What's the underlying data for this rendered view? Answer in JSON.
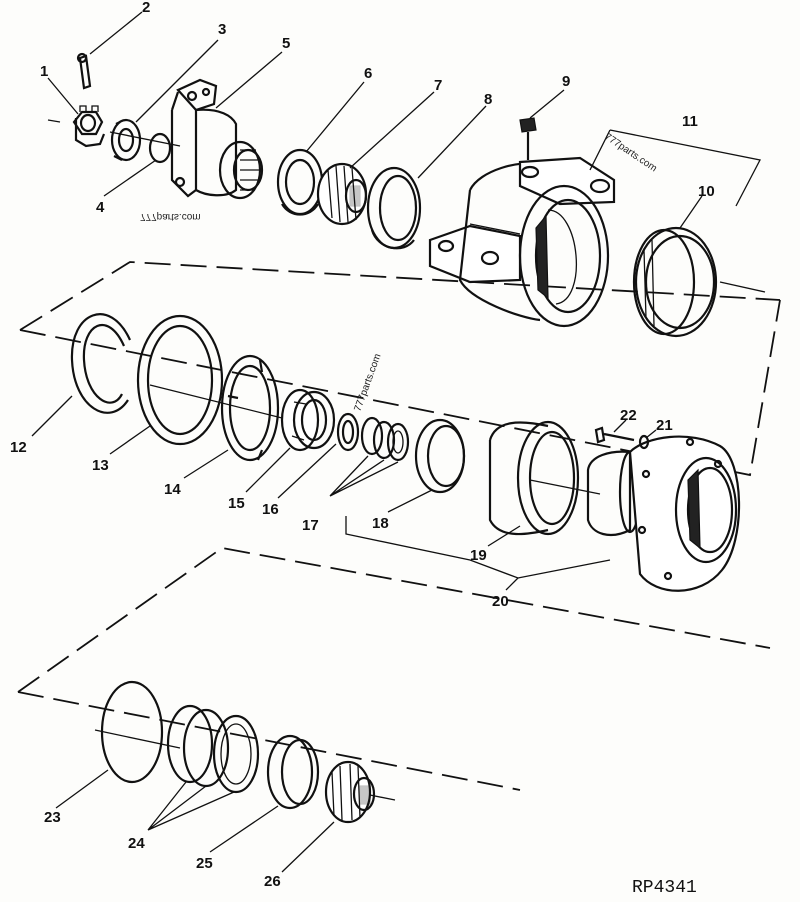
{
  "diagram": {
    "reference_code": "RP4341",
    "watermarks": [
      "777parts.com",
      "777parts.com",
      "777parts.com"
    ],
    "callouts": [
      "1",
      "2",
      "3",
      "4",
      "5",
      "6",
      "7",
      "8",
      "9",
      "10",
      "11",
      "12",
      "13",
      "14",
      "15",
      "16",
      "17",
      "18",
      "19",
      "20",
      "21",
      "22",
      "23",
      "24",
      "25",
      "26"
    ]
  }
}
